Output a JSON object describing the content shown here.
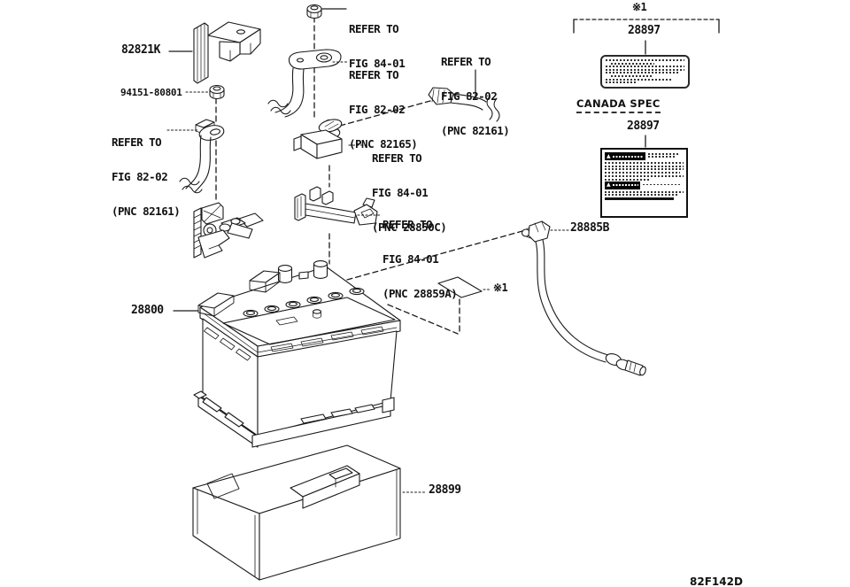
{
  "colors": {
    "background": "#ffffff",
    "line": "#1a1a1a",
    "warning_bar": "#000000"
  },
  "parts": {
    "bracket_cover": "82821K",
    "bolt": "94151-80801",
    "battery": "28800",
    "wire": "28885B",
    "cover": "28899",
    "caution_label": "28897",
    "caution_label_canada": "28897"
  },
  "notes": {
    "asterisk_top": "※1",
    "asterisk_battery": "※1",
    "canada_spec": "CANADA SPEC",
    "figure_code": "82F142D"
  },
  "references": {
    "top_nut": [
      "REFER TO",
      "FIG 84-01"
    ],
    "terminal_left": [
      "REFER TO",
      "FIG 82-02",
      "(PNC 82161)"
    ],
    "terminal_mid": [
      "REFER TO",
      "FIG 82-02",
      "(PNC 82165)"
    ],
    "connector": [
      "REFER TO",
      "FIG 82-02",
      "(PNC 82161)"
    ],
    "sensor": [
      "REFER TO",
      "FIG 84-01",
      "(PNC 28850C)"
    ],
    "clamp": [
      "REFER TO",
      "FIG 84-01",
      "(PNC 28859A)"
    ]
  },
  "icons": {
    "warning_triangle": "▲"
  }
}
